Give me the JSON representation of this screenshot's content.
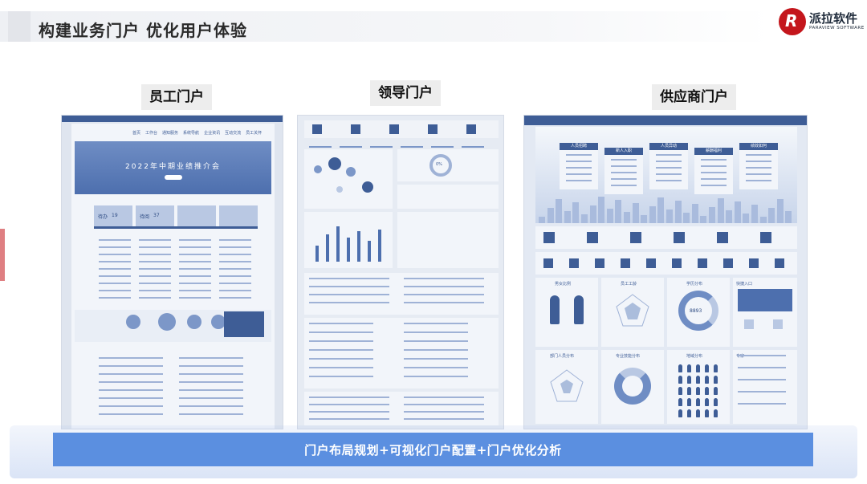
{
  "header": {
    "title": "构建业务门户 优化用户体验"
  },
  "logo": {
    "name_cn": "派拉软件",
    "name_en": "PARAVIEW SOFTWARE",
    "mark": "R"
  },
  "portals": [
    {
      "label": "员工门户"
    },
    {
      "label": "领导门户"
    },
    {
      "label": "供应商门户"
    }
  ],
  "employee": {
    "nav": [
      "首页",
      "工作台",
      "通知服务",
      "系统导航",
      "企业资讯",
      "互动交流",
      "员工关怀"
    ],
    "banner_title": "2022年中期业绩推介会",
    "stats": [
      {
        "label": "待办",
        "value": "19"
      },
      {
        "label": "待阅",
        "value": "37"
      }
    ]
  },
  "leader": {
    "gauge_value": "0%"
  },
  "supplier": {
    "categories": [
      "人员招聘",
      "新人入职",
      "人员异动",
      "薪酬福利",
      "绩效如何"
    ],
    "pie_value": "8893",
    "quick_entry": "快捷入口",
    "sections": [
      "男女比例",
      "员工工龄",
      "学历分布",
      "部门人员分布",
      "专业技能分布",
      "地域分布",
      "专家"
    ]
  },
  "footer": {
    "text": "门户布局规划+可视化门户配置+门户优化分析"
  },
  "colors": {
    "accent_red": "#c4161c",
    "brand_blue": "#5b8fe0",
    "mock_navy": "#3e5d96"
  }
}
